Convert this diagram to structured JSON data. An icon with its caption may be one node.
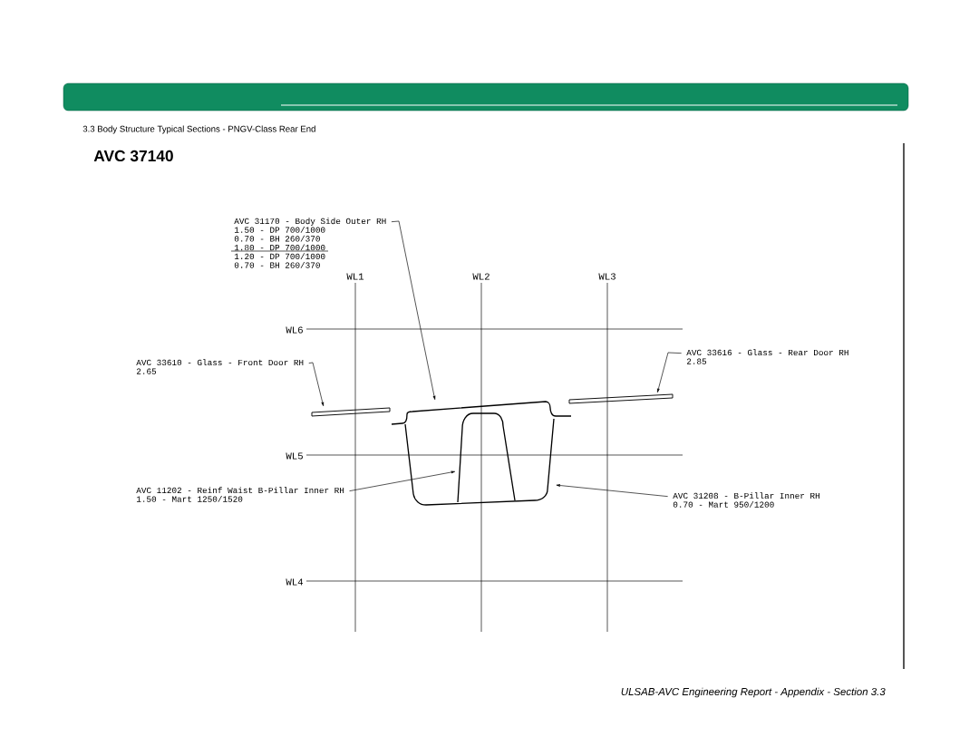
{
  "diagram": {
    "title": "AVC 37140",
    "nodes": [
      {
        "text": [
          "AVC 31170 - Body Side Outer RH",
          "1.50 - DP 700/1000",
          "0.70 - BH 260/370",
          "1.80 - DP 700/1000",
          "1.20 - DP 700/1000",
          "0.70 - BH 260/370"
        ]
      },
      {
        "text": [
          "AVC 33610 - Glass - Front Door RH",
          "2.65"
        ]
      },
      {
        "text": [
          "AVC 33616 - Glass - Rear Door RH",
          "2.85"
        ]
      },
      {
        "text": [
          "AVC 11202 - Reinf Waist B-Pillar Inner RH",
          "1.50 - Mart 1250/1520"
        ]
      },
      {
        "text": [
          "AVC 31208 - B-Pillar Inner RH",
          "0.70 - Mart 950/1200"
        ]
      },
      {
        "text": [],
        "shape": "picture"
      },
      {
        "text": [],
        "shape": "bar"
      },
      {
        "text": [],
        "shape": "bar"
      },
      {
        "text": [],
        "shape": "picture"
      },
      {
        "text": [],
        "shape": "picture"
      }
    ],
    "edges": [
      {
        "from": 0,
        "to": 5,
        "arrow": "to"
      },
      {
        "from": 1,
        "to": 6,
        "arrow": "to"
      },
      {
        "from": 2,
        "to": 7,
        "arrow": "to"
      },
      {
        "from": 3,
        "to": 8,
        "arrow": "to"
      },
      {
        "from": 4,
        "to": 9,
        "arrow": "to"
      }
    ],
    "labels": [
      "3.3 Body Structure Typical Sections - PNGV-Class Rear End",
      "WL1",
      "WL2",
      "WL3",
      "WL6",
      "WL5",
      "WL4",
      "ULSAB-AVC Engineering Report - Appendix - Section 3.3"
    ]
  }
}
